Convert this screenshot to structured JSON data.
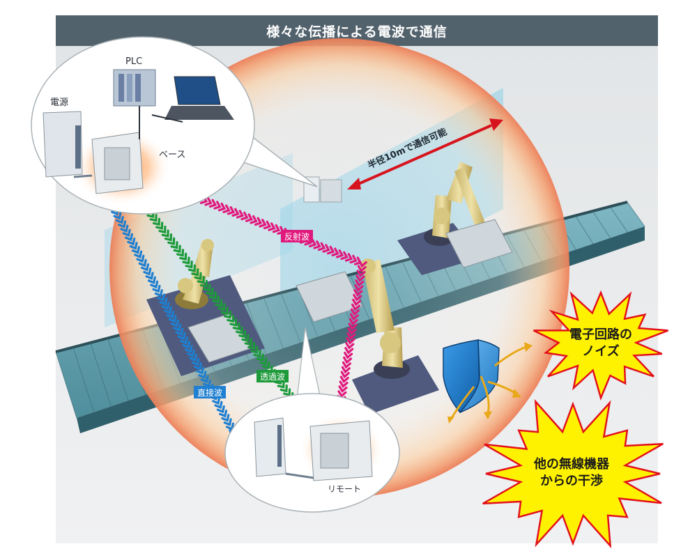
{
  "title": "様々な伝播による電波で通信",
  "labels": {
    "plc": "PLC",
    "power": "電源",
    "base": "ベース",
    "remote": "リモート",
    "range": "半径10mで通信可能",
    "reflected": "反射波",
    "transmitted": "透過波",
    "direct": "直接波",
    "noise_line1": "電子回路の",
    "noise_line2": "ノイズ",
    "interference_line1": "他の無線機器",
    "interference_line2": "からの干渉"
  },
  "colors": {
    "title_bg": "#52626d",
    "reflected": "#e0197d",
    "transmitted": "#1d9a3a",
    "direct": "#1f7fd0",
    "range_arrow": "#d7141e",
    "burst_fill": "#fff200",
    "burst_stroke": "#e3101b",
    "shield": "#1a78c9",
    "deflect_arrow": "#e8a817"
  }
}
